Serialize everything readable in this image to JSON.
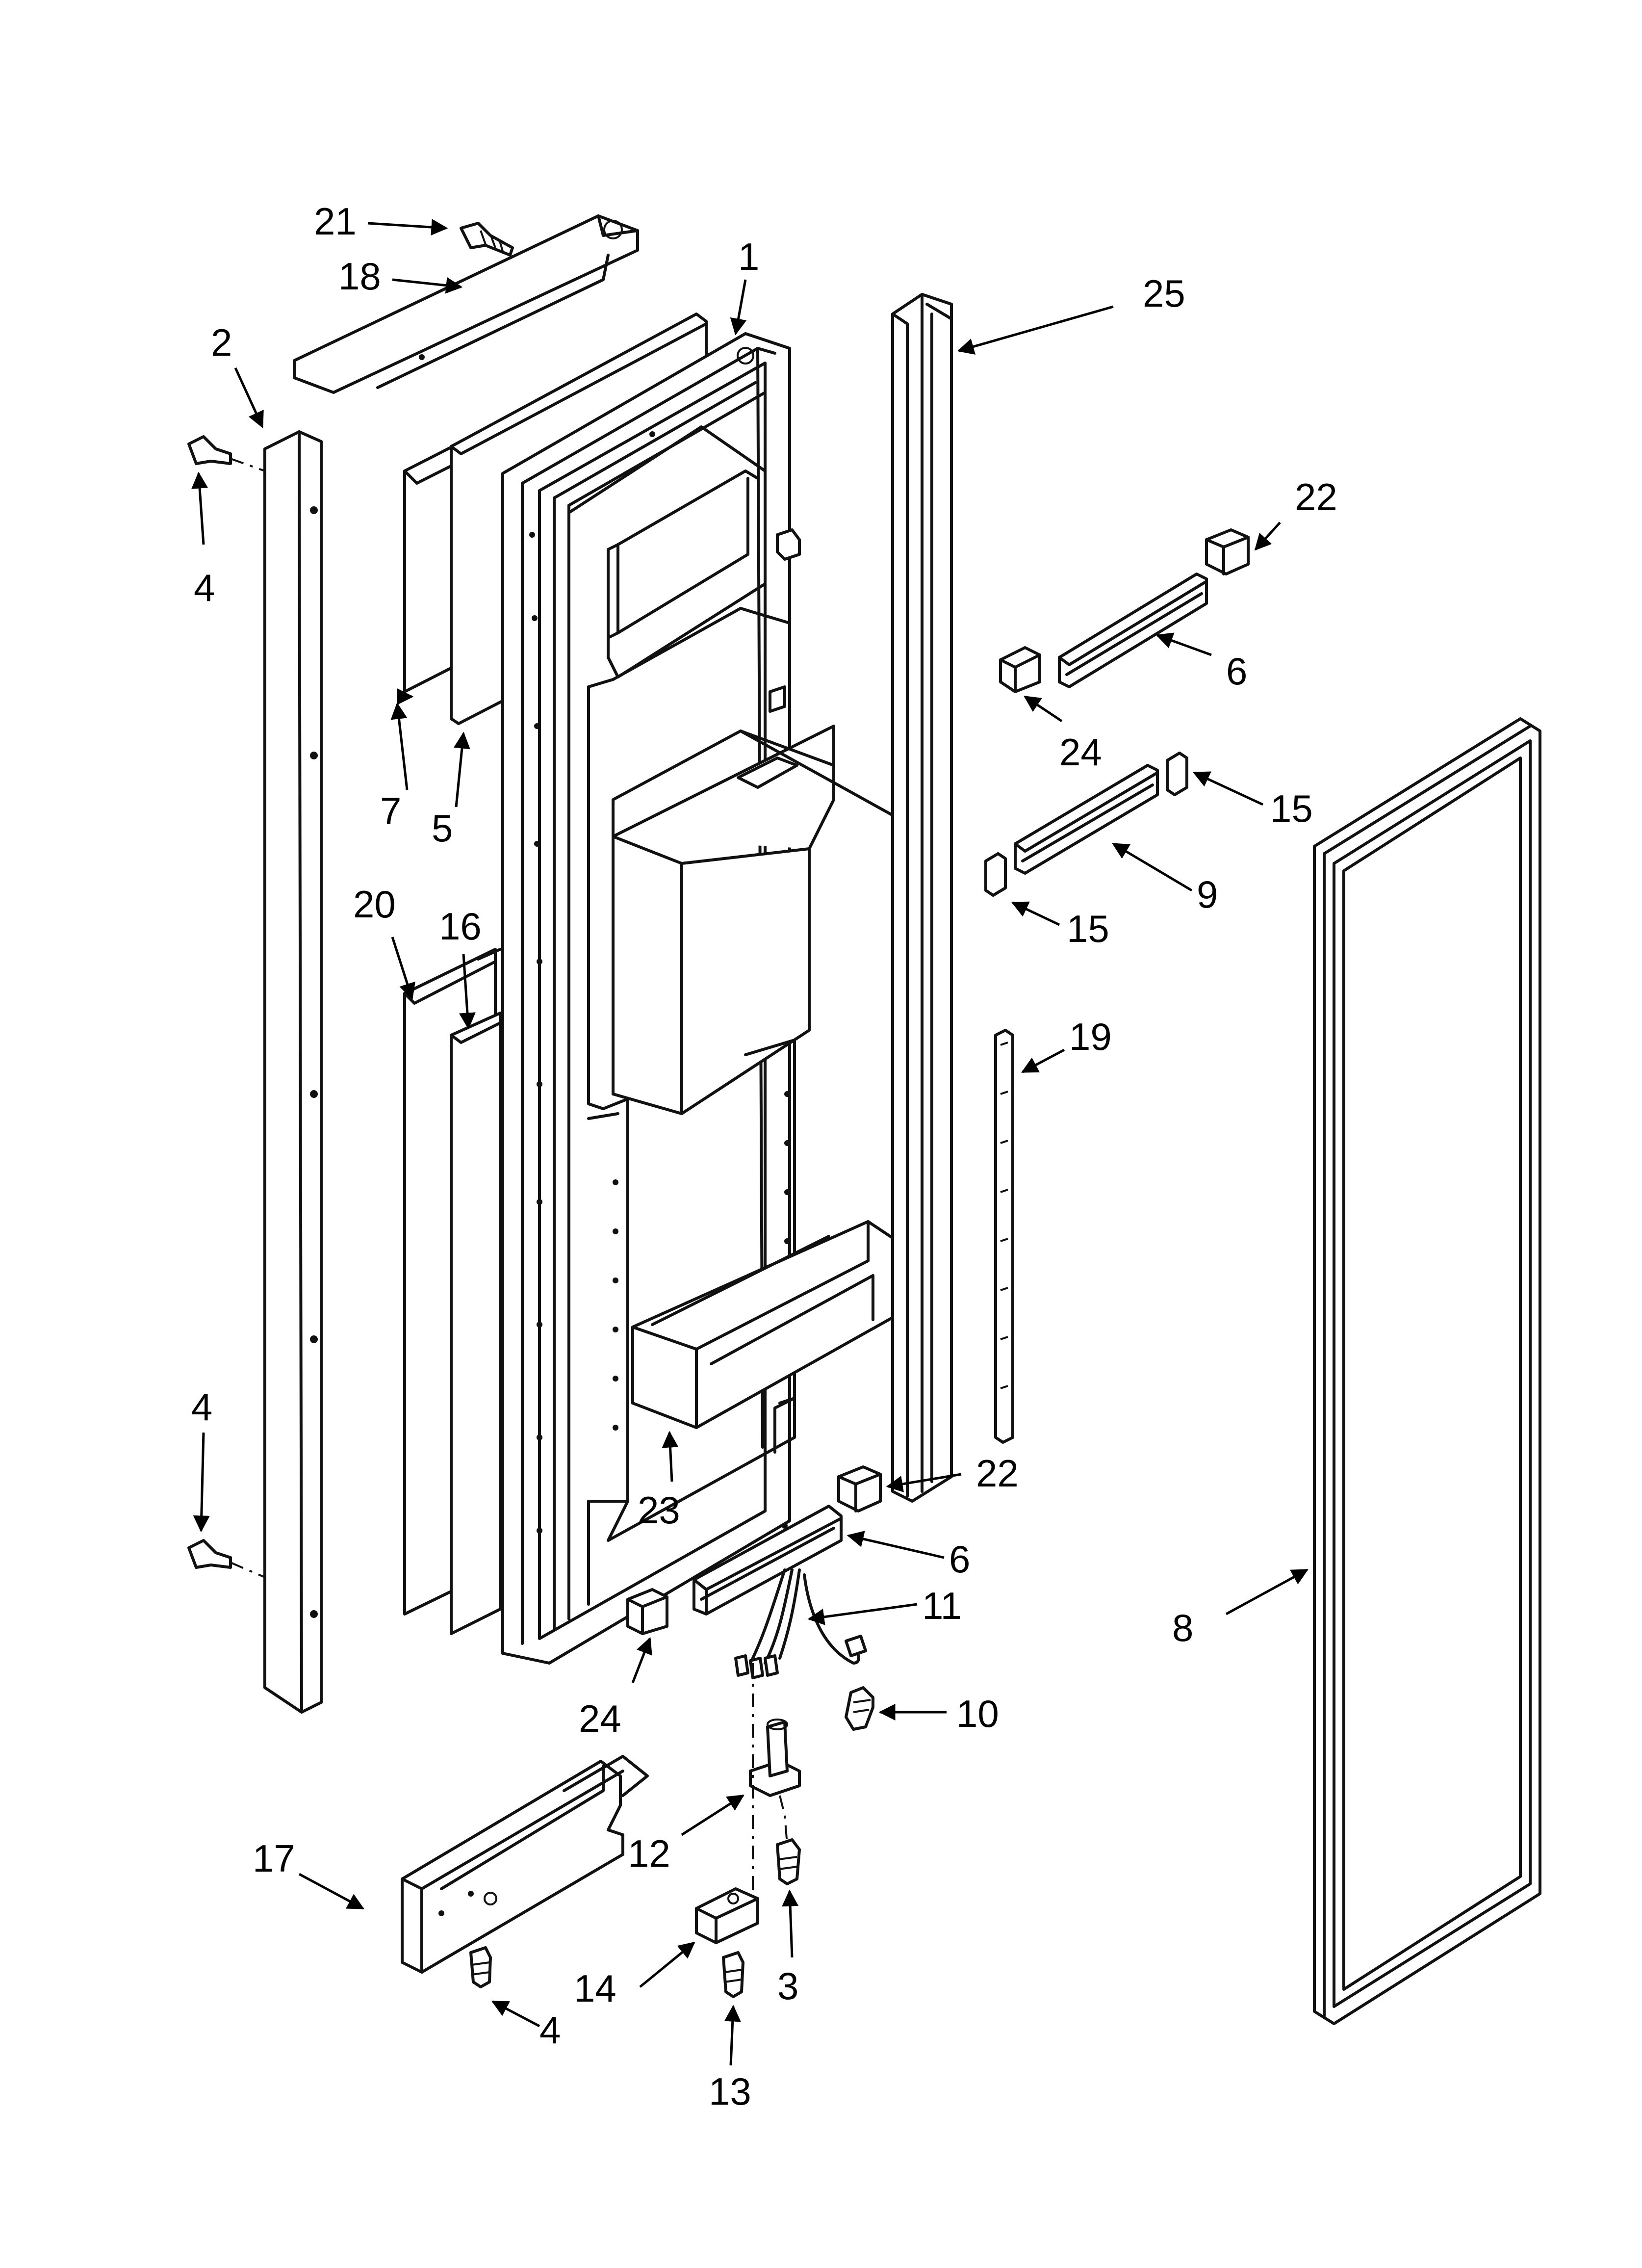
{
  "callouts": [
    {
      "id": "c1",
      "label": "1"
    },
    {
      "id": "c2",
      "label": "2"
    },
    {
      "id": "c3",
      "label": "3"
    },
    {
      "id": "c4a",
      "label": "4"
    },
    {
      "id": "c4b",
      "label": "4"
    },
    {
      "id": "c4c",
      "label": "4"
    },
    {
      "id": "c5",
      "label": "5"
    },
    {
      "id": "c6a",
      "label": "6"
    },
    {
      "id": "c6b",
      "label": "6"
    },
    {
      "id": "c7",
      "label": "7"
    },
    {
      "id": "c8",
      "label": "8"
    },
    {
      "id": "c9",
      "label": "9"
    },
    {
      "id": "c10",
      "label": "10"
    },
    {
      "id": "c11",
      "label": "11"
    },
    {
      "id": "c12",
      "label": "12"
    },
    {
      "id": "c13",
      "label": "13"
    },
    {
      "id": "c14",
      "label": "14"
    },
    {
      "id": "c15a",
      "label": "15"
    },
    {
      "id": "c15b",
      "label": "15"
    },
    {
      "id": "c16",
      "label": "16"
    },
    {
      "id": "c17",
      "label": "17"
    },
    {
      "id": "c18",
      "label": "18"
    },
    {
      "id": "c19",
      "label": "19"
    },
    {
      "id": "c20",
      "label": "20"
    },
    {
      "id": "c21",
      "label": "21"
    },
    {
      "id": "c22a",
      "label": "22"
    },
    {
      "id": "c22b",
      "label": "22"
    },
    {
      "id": "c23",
      "label": "23"
    },
    {
      "id": "c24a",
      "label": "24"
    },
    {
      "id": "c24b",
      "label": "24"
    },
    {
      "id": "c25",
      "label": "25"
    }
  ]
}
